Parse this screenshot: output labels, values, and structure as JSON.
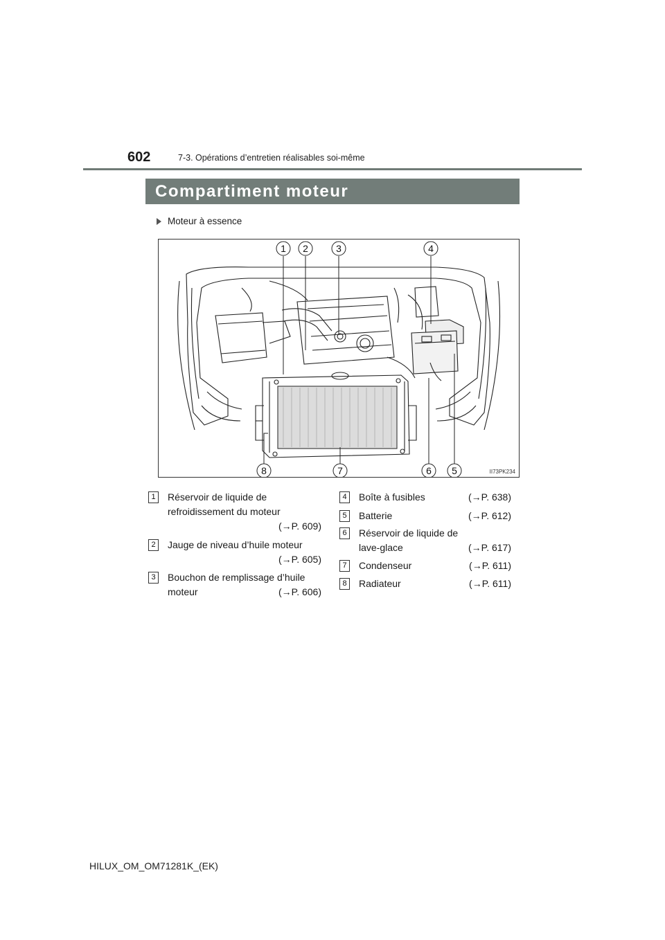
{
  "header": {
    "page_number": "602",
    "breadcrumb": "7-3. Opérations d’entretien réalisables soi-même"
  },
  "section": {
    "title": "Compartiment moteur",
    "subheading": "Moteur à essence"
  },
  "figure": {
    "code": "II73PK234",
    "callouts": [
      "1",
      "2",
      "3",
      "4",
      "5",
      "6",
      "7",
      "8"
    ]
  },
  "legend": {
    "left": [
      {
        "num": "1",
        "line1": "Réservoir de liquide de",
        "line2": "refroidissement du moteur",
        "ref": "(→P. 609)"
      },
      {
        "num": "2",
        "line1": "Jauge de niveau d’huile moteur",
        "ref": "(→P. 605)"
      },
      {
        "num": "3",
        "line1": "Bouchon de remplissage d’huile",
        "line2": "moteur",
        "ref": "(→P. 606)"
      }
    ],
    "right": [
      {
        "num": "4",
        "line1": "Boîte à fusibles",
        "ref": "(→P. 638)"
      },
      {
        "num": "5",
        "line1": "Batterie",
        "ref": "(→P. 612)"
      },
      {
        "num": "6",
        "line1": "Réservoir de liquide de",
        "line2": "lave-glace",
        "ref": "(→P. 617)"
      },
      {
        "num": "7",
        "line1": "Condenseur",
        "ref": "(→P. 611)"
      },
      {
        "num": "8",
        "line1": "Radiateur",
        "ref": "(→P. 611)"
      }
    ]
  },
  "footer": {
    "doc_code": "HILUX_OM_OM71281K_(EK)"
  }
}
